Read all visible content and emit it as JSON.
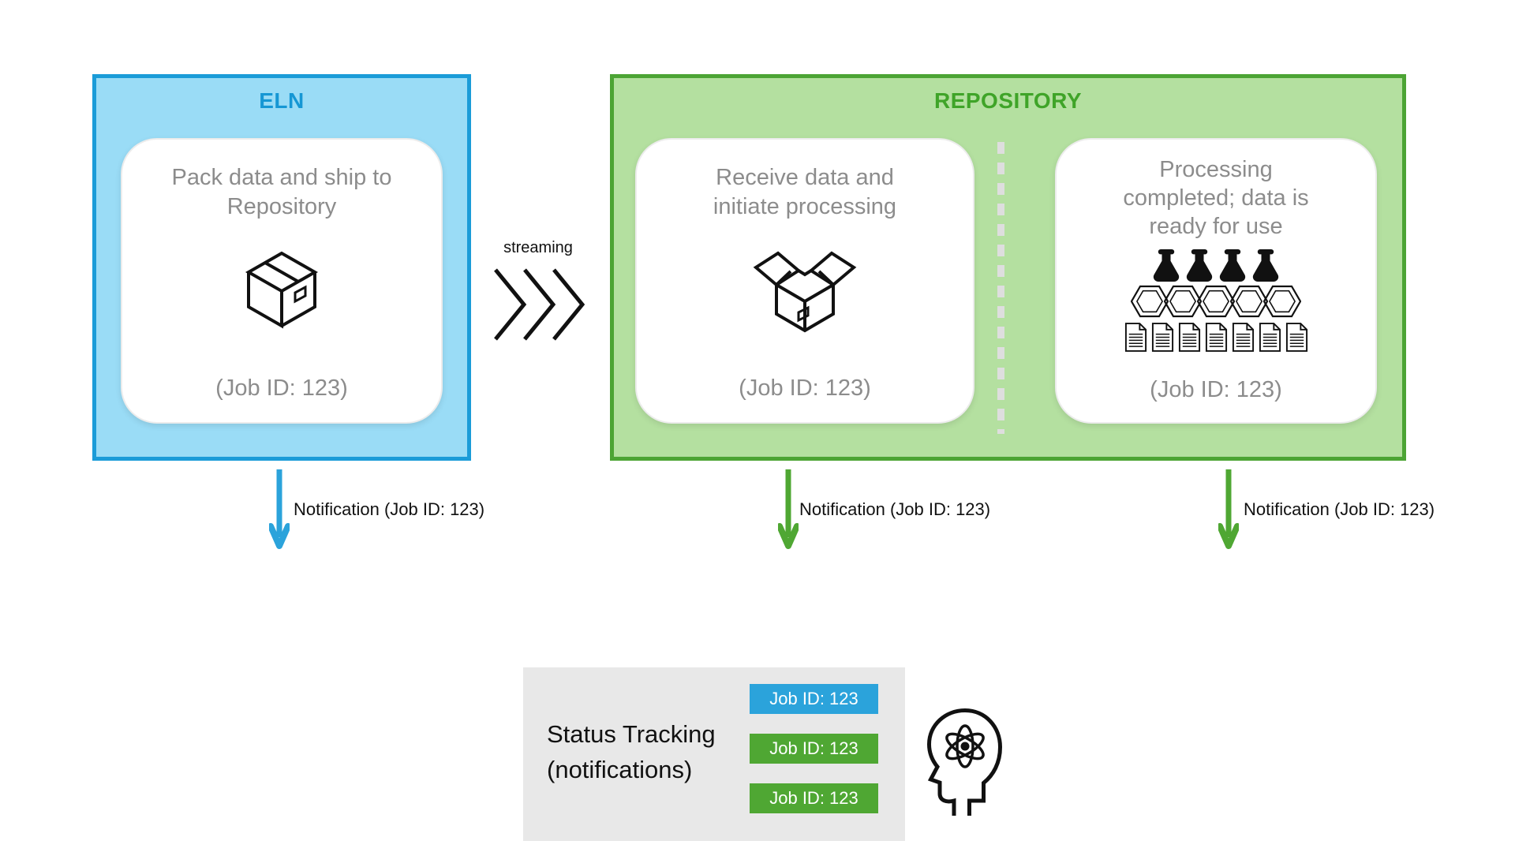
{
  "colors": {
    "eln_fill": "#9ADCF6",
    "eln_border": "#1B9CD8",
    "eln_title": "#1697D4",
    "repo_fill": "#B4E0A0",
    "repo_border": "#4CA434",
    "repo_title": "#3FA428",
    "arrow_blue": "#2BA3DB",
    "arrow_green": "#4FA733",
    "badge_blue": "#2BA3DB",
    "badge_green": "#4FA733",
    "panel_text": "#8C8C8C",
    "tracking_fill": "#E8E8E8",
    "divider": "#DEDEDE",
    "ink": "#111111"
  },
  "eln": {
    "title": "ELN",
    "card": {
      "text": "Pack data and ship to Repository",
      "icon": "closed-box-icon",
      "job_id": "(Job ID: 123)"
    }
  },
  "streaming": {
    "label": "streaming",
    "icon": "triple-chevron-right-icon"
  },
  "repository": {
    "title": "REPOSITORY",
    "receive_card": {
      "text": "Receive data and initiate processing",
      "icon": "open-box-icon",
      "job_id": "(Job ID: 123)"
    },
    "processing_card": {
      "text": "Processing completed; data is ready for use",
      "flask_count": 4,
      "hexagon_count": 5,
      "document_count": 7,
      "job_id": "(Job ID: 123)"
    }
  },
  "notifications": [
    {
      "label": "Notification (Job ID: 123)",
      "arrow_color": "blue"
    },
    {
      "label": "Notification (Job ID: 123)",
      "arrow_color": "green"
    },
    {
      "label": "Notification (Job ID: 123)",
      "arrow_color": "green"
    }
  ],
  "tracking": {
    "title_line1": "Status Tracking",
    "title_line2": "(notifications)",
    "badges": [
      {
        "label": "Job ID: 123",
        "color": "blue"
      },
      {
        "label": "Job ID: 123",
        "color": "green"
      },
      {
        "label": "Job ID: 123",
        "color": "green"
      }
    ],
    "icon": "head-atom-icon"
  }
}
